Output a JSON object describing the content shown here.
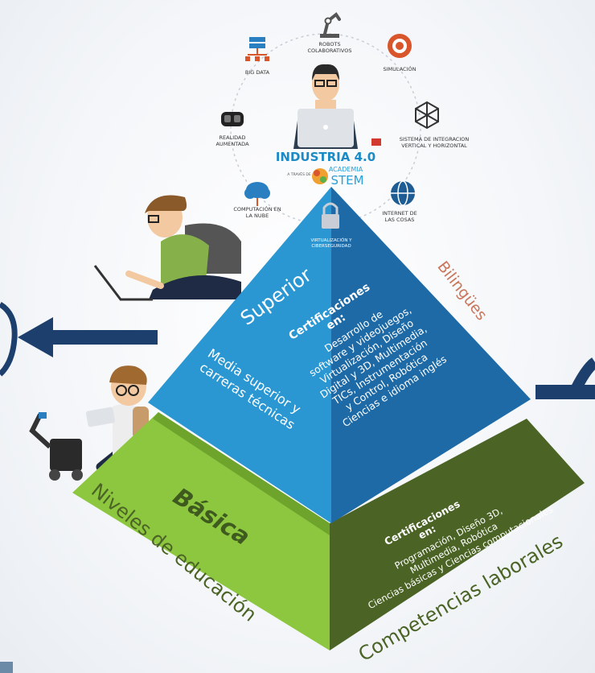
{
  "ring_icons": [
    {
      "name": "robots-colaborativos",
      "label": [
        "ROBOTS",
        "COLABORATIVOS"
      ],
      "icon": "robot-arm-icon"
    },
    {
      "name": "simulacion",
      "label": [
        "SIMULACIÓN"
      ],
      "icon": "gear-icon"
    },
    {
      "name": "sistema-integracion",
      "label": [
        "SISTEMA DE INTEGRACION",
        "VERTICAL Y HORIZONTAL"
      ],
      "icon": "network-icon"
    },
    {
      "name": "internet-cosas",
      "label": [
        "INTERNET DE",
        "LAS COSAS"
      ],
      "icon": "globe-icon"
    },
    {
      "name": "virtualizacion",
      "label": [
        "VIRTUALIZACIÓN Y",
        "CIBERSEGURIDAD"
      ],
      "icon": "lock-icon"
    },
    {
      "name": "computacion-nube",
      "label": [
        "COMPUTACIÓN EN",
        "LA NUBE"
      ],
      "icon": "cloud-icon"
    },
    {
      "name": "realidad-aumentada",
      "label": [
        "REALIDAD",
        "AUMENTADA"
      ],
      "icon": "vr-headset-icon"
    },
    {
      "name": "big-data",
      "label": [
        "BIG DATA"
      ],
      "icon": "database-icon"
    }
  ],
  "brand": {
    "title": "INDUSTRIA 4.0",
    "by": "A TRAVÉS DE",
    "academia": "ACADEMIA",
    "stem": "STEM",
    "colors": {
      "title": "#1b8ac6",
      "stem": "#2a9fd8"
    }
  },
  "pyramid": {
    "superior": "Superior",
    "media": [
      "Media superior y",
      "carreras técnicas"
    ],
    "bilingues": "Bilingües",
    "cert_top_title": [
      "Certificaciones",
      "en:"
    ],
    "cert_top_items": [
      "Desarrollo de",
      "software y videojuegos,",
      "Virtualización, Diseño",
      "Digital y 3D, Multimedia,",
      "TICs, Instrumentación",
      "y Control, Robótica",
      "Ciencias e idioma inglés"
    ],
    "basica": "Básica",
    "cert_bottom_title": [
      "Certificaciones",
      "en:"
    ],
    "cert_bottom_items": [
      "Programación, Diseño 3D,",
      "Multimedia, Robótica",
      "Ciencias básicas y Ciencias computacionales"
    ],
    "niveles": "Niveles de educación",
    "competencias": "Competencias laborales",
    "colors": {
      "top_left": "#2a97d3",
      "top_right": "#1e6aa6",
      "bottom_left": "#8dc63f",
      "bottom_right": "#4b6425",
      "accent_text": "#c9765b",
      "arrow": "#1d3f6e"
    }
  }
}
